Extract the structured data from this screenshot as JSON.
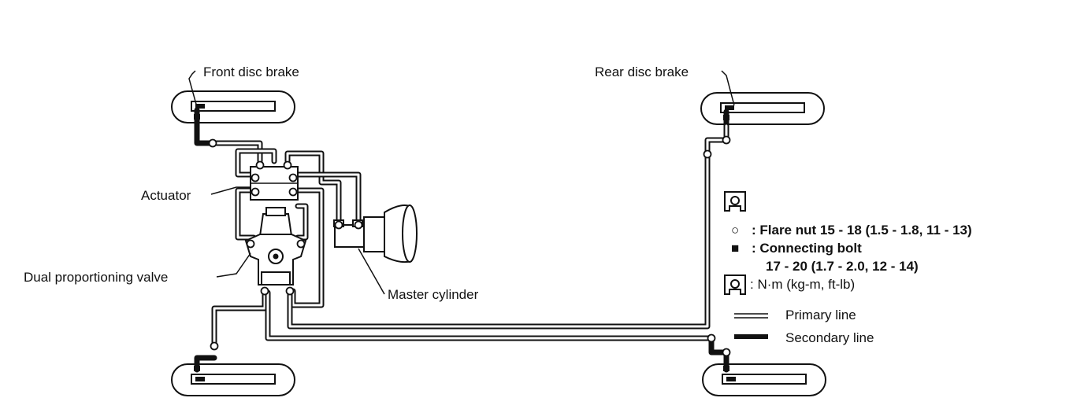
{
  "labels": {
    "front_disc_brake": "Front disc brake",
    "rear_disc_brake": "Rear disc brake",
    "actuator": "Actuator",
    "dual_proportioning_valve": "Dual proportioning valve",
    "master_cylinder": "Master cylinder"
  },
  "legend": {
    "flare_nut_symbol": "○",
    "flare_nut": ": Flare nut 15 - 18 (1.5 - 1.8, 11 - 13)",
    "connecting_bolt_symbol": "■",
    "connecting_bolt": ": Connecting bolt",
    "connecting_bolt_torque": "17 - 20 (1.7 - 2.0, 12 - 14)",
    "units": ": N·m (kg-m, ft-lb)",
    "primary_line": "Primary line",
    "secondary_line": "Secondary line"
  },
  "icons": {
    "torque_wrench": "torque-wrench-icon"
  },
  "colors": {
    "ink": "#111111",
    "background": "#ffffff"
  }
}
